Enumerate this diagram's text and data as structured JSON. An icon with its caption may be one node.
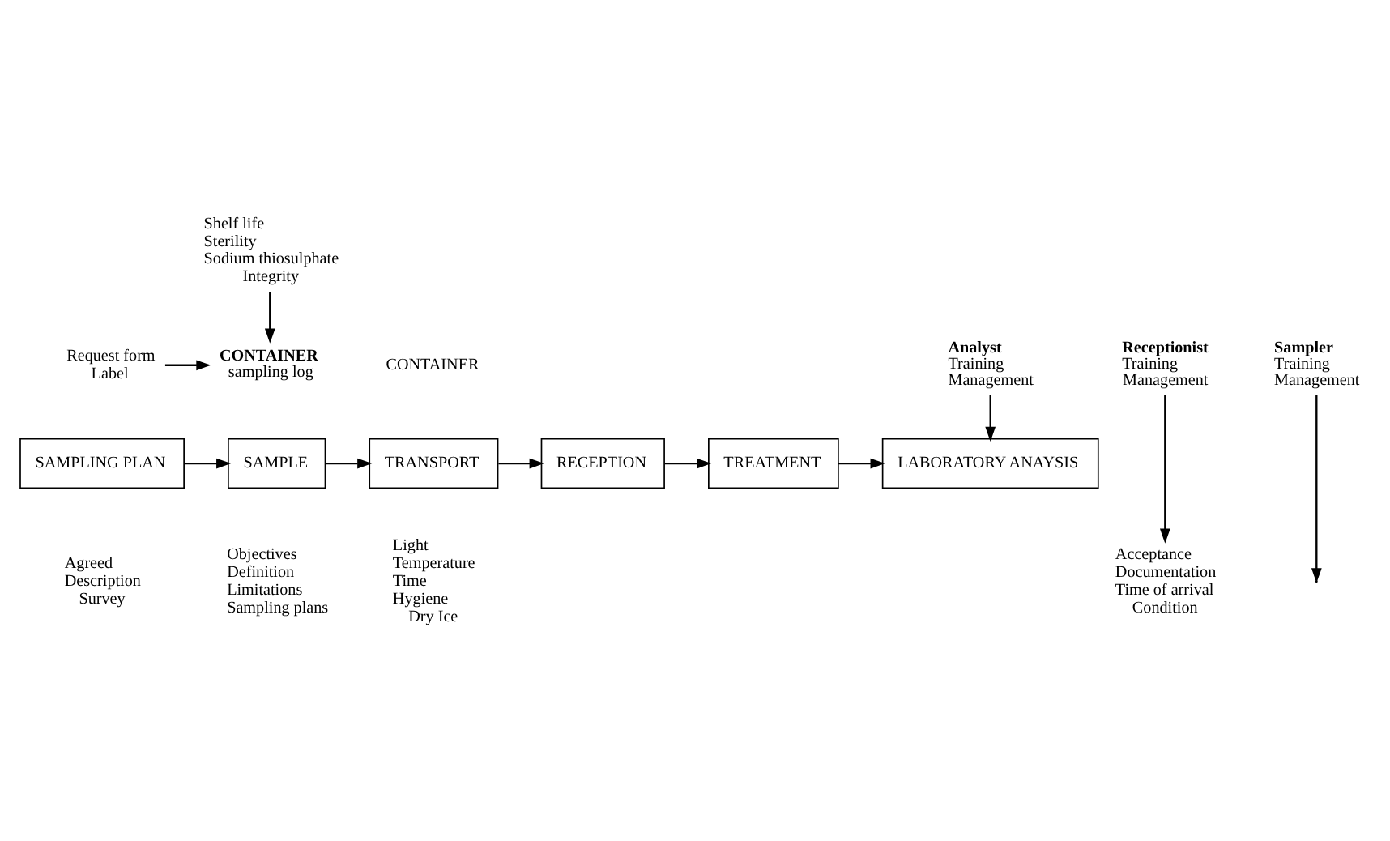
{
  "diagram": {
    "nodes": [
      {
        "text": [
          "Shelf life",
          "Sterility",
          "Sodium thiosulphate",
          "Integrity"
        ]
      },
      {
        "text": [
          "Request form",
          "Label"
        ]
      },
      {
        "text": [
          "CONTAINER",
          "sampling log"
        ]
      },
      {
        "text": [
          "SAMPLING PLAN"
        ]
      },
      {
        "text": [
          "SAMPLE"
        ]
      },
      {
        "text": [
          "TRANSPORT"
        ]
      },
      {
        "text": [
          "RECEPTION"
        ]
      },
      {
        "text": [
          "TREATMENT"
        ]
      },
      {
        "text": [
          "LABORATORY ANAYSIS"
        ]
      },
      {
        "text": [
          "Acceptance",
          "Documentation",
          "Time of arrival",
          "Condition"
        ]
      },
      {
        "text": [
          "Sampler",
          "Training",
          "Management"
        ]
      },
      {
        "text": [
          "Receptionist",
          "Training",
          "Management"
        ]
      },
      {
        "text": [
          "Analyst",
          "Training",
          "Management"
        ]
      }
    ],
    "edges": [
      {
        "from": 0,
        "to": 2,
        "arrow": "to"
      },
      {
        "from": 1,
        "to": 2,
        "arrow": "to"
      },
      {
        "from": 3,
        "to": 4,
        "arrow": "to"
      },
      {
        "from": 4,
        "to": 5,
        "arrow": "to"
      },
      {
        "from": 5,
        "to": 6,
        "arrow": "to"
      },
      {
        "from": 6,
        "to": 7,
        "arrow": "to"
      },
      {
        "from": 7,
        "to": 8,
        "arrow": "to"
      },
      {
        "from": 10,
        "to": null,
        "arrow": "to"
      },
      {
        "from": 11,
        "to": 9,
        "arrow": "to"
      },
      {
        "from": 12,
        "to": 8,
        "arrow": "to"
      }
    ],
    "labels": [
      "CONTAINER",
      "Agreed",
      "Description",
      "Survey",
      "Objectives",
      "Definition",
      "Limitations",
      "Sampling plans",
      "Light",
      "Temperature",
      "Time",
      "Hygiene",
      "Dry Ice"
    ]
  }
}
